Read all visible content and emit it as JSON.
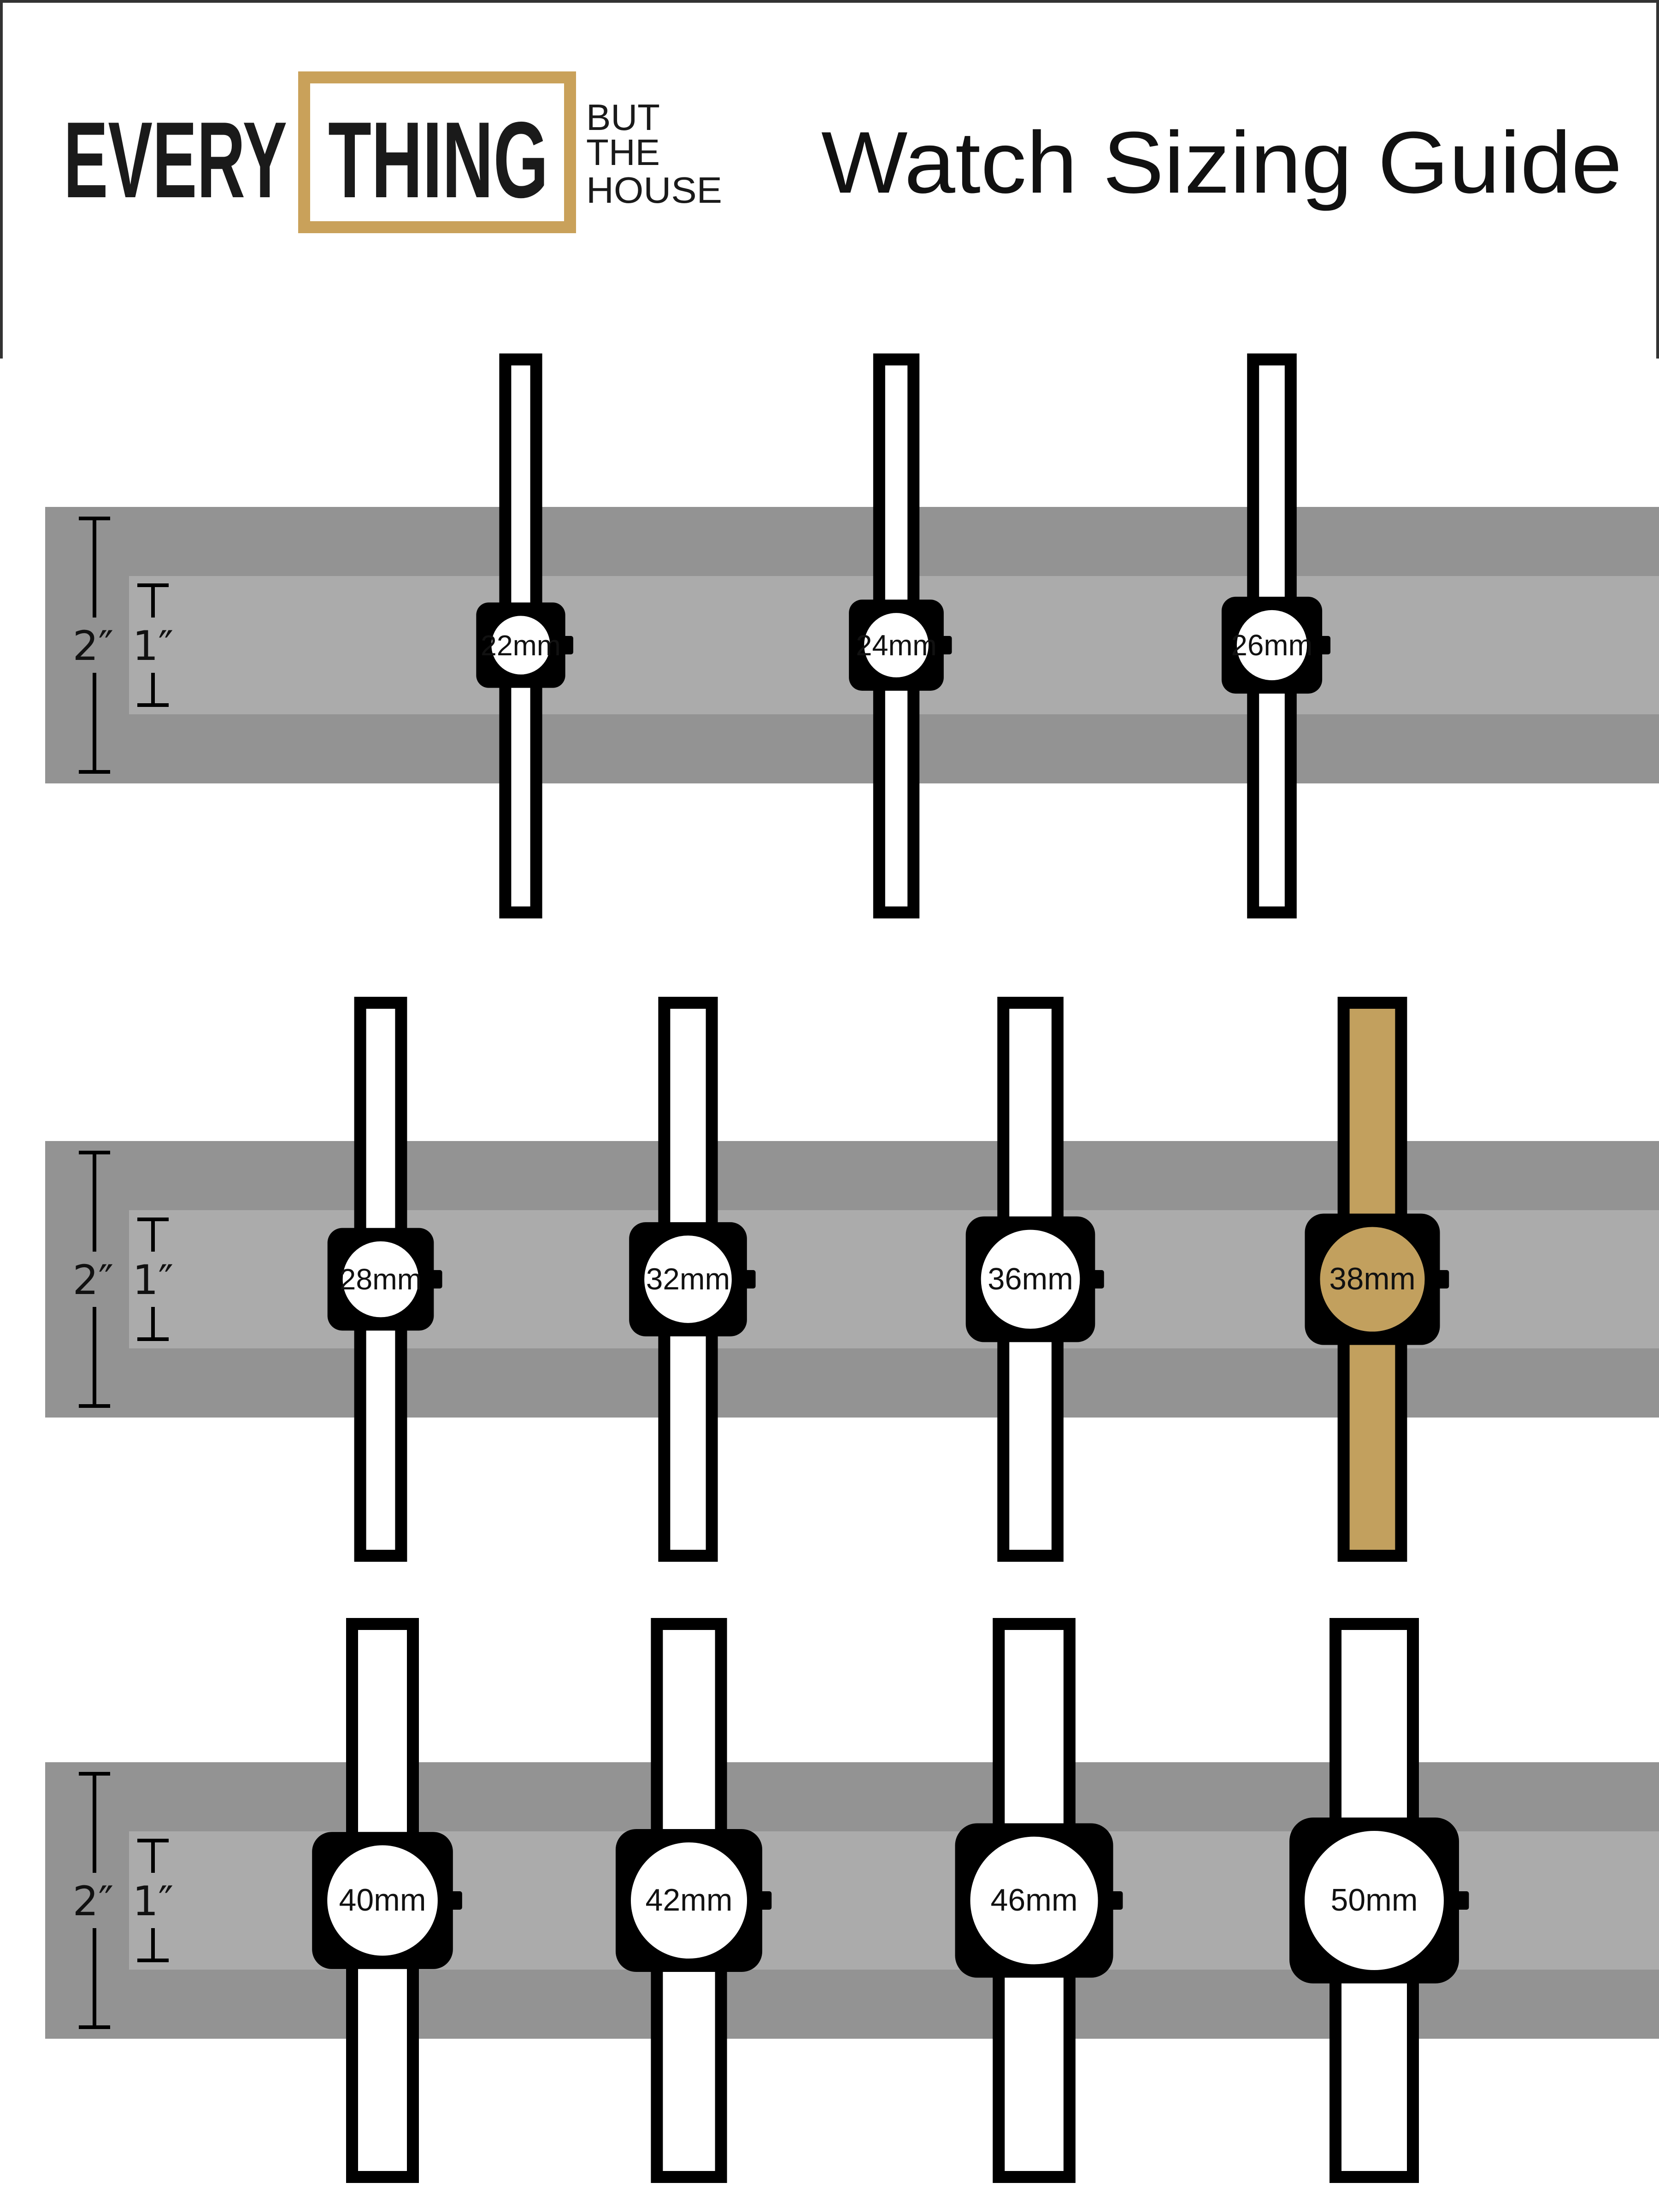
{
  "brand": {
    "word1": "EVERY",
    "word2": "THING",
    "line1": "BUT",
    "line2": "THE",
    "line3": "HOUSE",
    "frame_color": "#C9A15A",
    "text_color": "#1a1a1a"
  },
  "title": "Watch Sizing Guide",
  "colors": {
    "band_outer": "#939393",
    "band_inner": "#ababab",
    "watch_outline": "#000000",
    "watch_fill": "#ffffff",
    "highlight_fill": "#C2A05E"
  },
  "ruler": {
    "outer_label": "2″",
    "inner_label": "1″"
  },
  "rows": [
    {
      "watches": [
        {
          "label": "22mm",
          "highlighted": false
        },
        {
          "label": "24mm",
          "highlighted": false
        },
        {
          "label": "26mm",
          "highlighted": false
        }
      ]
    },
    {
      "watches": [
        {
          "label": "28mm",
          "highlighted": false
        },
        {
          "label": "32mm",
          "highlighted": false
        },
        {
          "label": "36mm",
          "highlighted": false
        },
        {
          "label": "38mm",
          "highlighted": true
        }
      ]
    },
    {
      "watches": [
        {
          "label": "40mm",
          "highlighted": false
        },
        {
          "label": "42mm",
          "highlighted": false
        },
        {
          "label": "46mm",
          "highlighted": false
        },
        {
          "label": "50mm",
          "highlighted": false
        }
      ]
    }
  ]
}
